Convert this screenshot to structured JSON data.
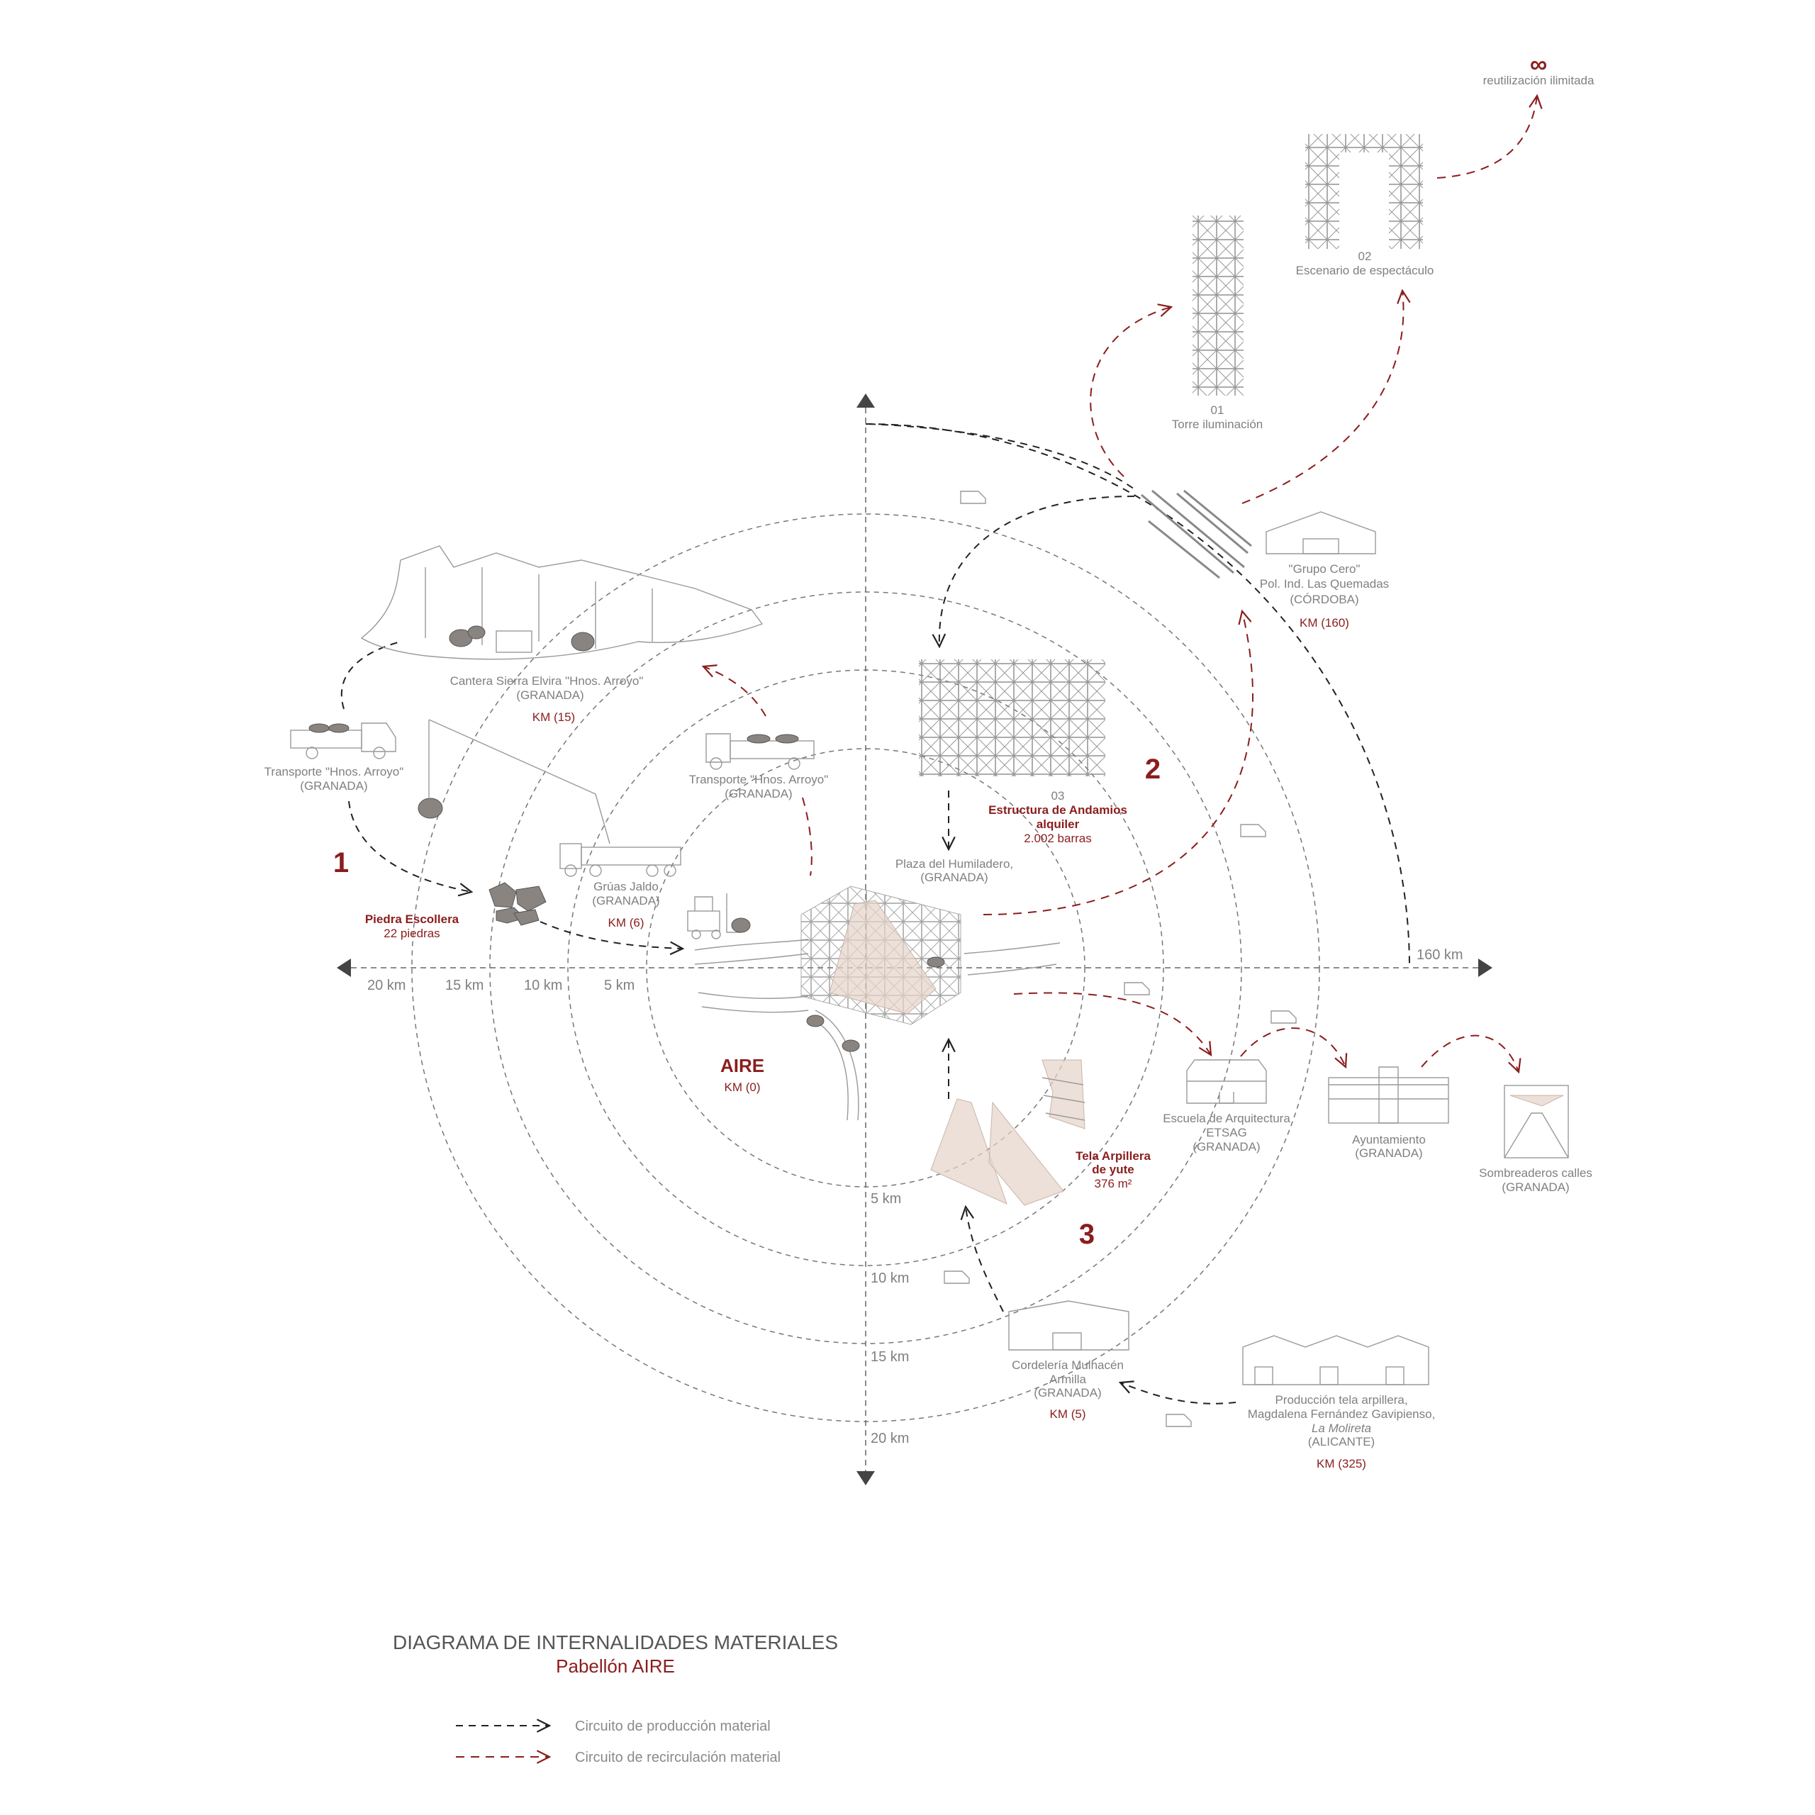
{
  "colors": {
    "accent": "#8b1d1d",
    "text": "#808080",
    "production": "#222222",
    "recirculation": "#8b1d1d"
  },
  "reuse": {
    "symbol": "∞",
    "label": "reutilización ilimitada"
  },
  "structures": {
    "escenario": {
      "number": "02",
      "label": "Escenario de espectáculo"
    },
    "torre": {
      "number": "01",
      "label": "Torre iluminación"
    },
    "andamios": {
      "number": "03",
      "title": "Estructura de Andamios",
      "subtitle": "alquiler",
      "count": "2.002 barras"
    }
  },
  "places": {
    "grupo_cero": {
      "line1": "\"Grupo Cero\"",
      "line2": "Pol. Ind. Las Quemadas",
      "line3": "(CÓRDOBA)",
      "km": "KM (160)"
    },
    "plaza": {
      "line1": "Plaza del Humiladero,",
      "line2": "(GRANADA)"
    },
    "cantera": {
      "line1": "Cantera Sierra Elvira \"Hnos. Arroyo\"",
      "line2": "(GRANADA)",
      "km": "KM (15)"
    },
    "transporte_1": {
      "line1": "Transporte \"Hnos. Arroyo\"",
      "line2": "(GRANADA)"
    },
    "transporte_2": {
      "line1": "Transporte \"Hnos. Arroyo\"",
      "line2": "(GRANADA)"
    },
    "gruas": {
      "line1": "Grúas Jaldo",
      "line2": "(GRANADA)",
      "km": "KM (6)"
    },
    "escuela": {
      "line1": "Escuela de Arquitectura",
      "line2": "ETSAG",
      "line3": "(GRANADA)"
    },
    "ayuntamiento": {
      "line1": "Ayuntamiento",
      "line2": "(GRANADA)"
    },
    "sombreaderos": {
      "line1": "Sombreaderos calles",
      "line2": "(GRANADA)"
    },
    "cordeleria": {
      "line1": "Cordelería Mulhacén",
      "line2": "Armilla",
      "line3": "(GRANADA)",
      "km": "KM (5)"
    },
    "produccion": {
      "line1": "Producción tela arpillera,",
      "line2": "Magdalena Fernández Gavipienso,",
      "line3": "La Molireta",
      "line4": "(ALICANTE)",
      "km": "KM (325)"
    }
  },
  "materials": {
    "piedra": {
      "title": "Piedra Escollera",
      "qty": "22 piedras"
    },
    "tela": {
      "title1": "Tela Arpillera",
      "title2": "de yute",
      "qty": "376 m²"
    }
  },
  "circuits": {
    "one": "1",
    "two": "2",
    "three": "3"
  },
  "center": {
    "name": "AIRE",
    "km": "KM (0)"
  },
  "distances": {
    "h": [
      "20 km",
      "15 km",
      "10 km",
      "5 km"
    ],
    "far": "160 km",
    "v": [
      "5 km",
      "10 km",
      "15 km",
      "20 km"
    ]
  },
  "title": {
    "main": "DIAGRAMA DE INTERNALIDADES MATERIALES",
    "sub": "Pabellón AIRE"
  },
  "legend": {
    "production": "Circuito de producción material",
    "recirculation": "Circuito de recirculación material"
  }
}
